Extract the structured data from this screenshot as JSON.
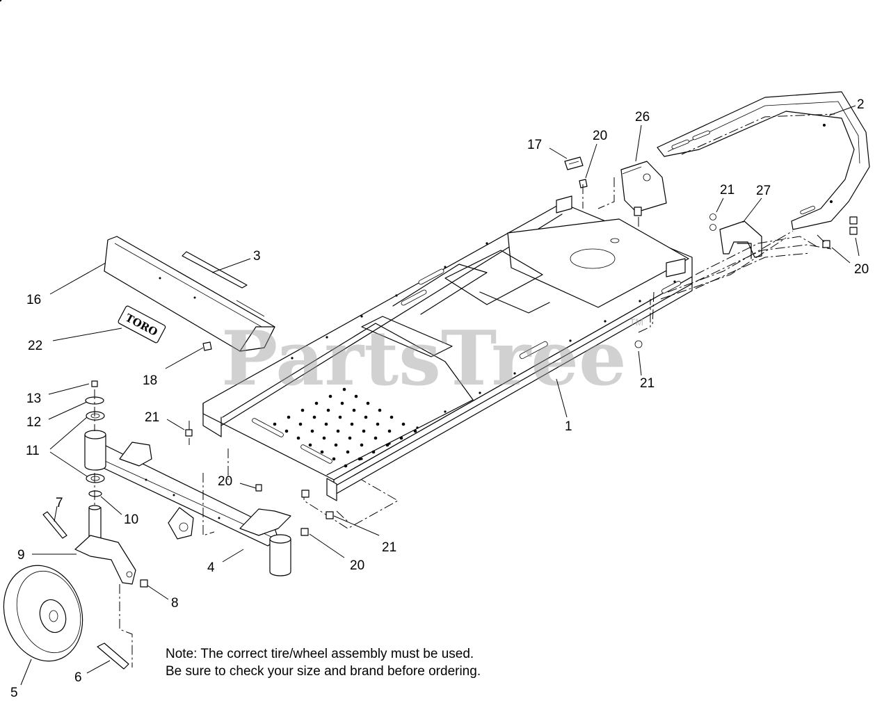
{
  "watermark": {
    "text": "PartsTree",
    "mark": "TM"
  },
  "decal_text": "TORO",
  "note": {
    "line1": "Note: The correct tire/wheel assembly must be used.",
    "line2": "Be sure to check your size and brand before ordering."
  },
  "callouts": {
    "c2": "2",
    "c26": "26",
    "c17": "17",
    "c20a": "20",
    "c21a": "21",
    "c27": "27",
    "c20b": "20",
    "c3": "3",
    "c16": "16",
    "c22": "22",
    "c18": "18",
    "c21b": "21",
    "c13": "13",
    "c12": "12",
    "c21c": "21",
    "c1": "1",
    "c11": "11",
    "c20c": "20",
    "c7": "7",
    "c10": "10",
    "c21d": "21",
    "c9": "9",
    "c4": "4",
    "c20d": "20",
    "c8": "8",
    "c5": "5",
    "c6": "6"
  }
}
